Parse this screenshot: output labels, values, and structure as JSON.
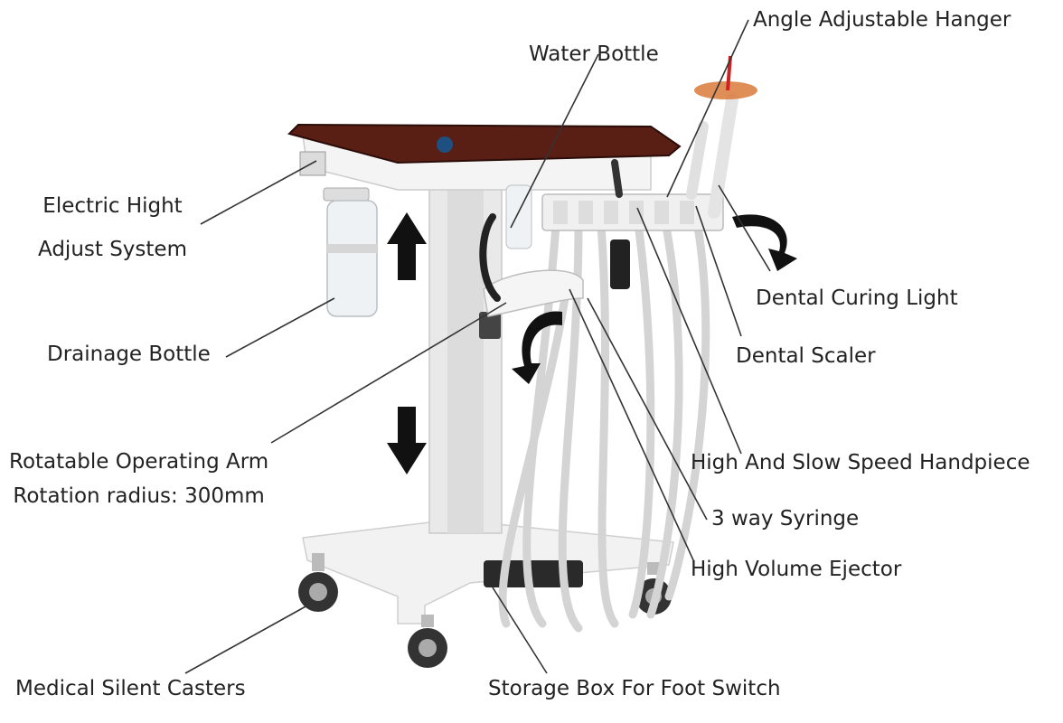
{
  "colors": {
    "text": "#222222",
    "leader": "#333333",
    "tray": "#5a1f14",
    "frame": "#eeeeee",
    "hose": "#d8d8d8",
    "arrow": "#111111"
  },
  "labels": {
    "angle_hanger": "Angle Adjustable Hanger",
    "water_bottle": "Water Bottle",
    "electric_height_1": "Electric Hight",
    "electric_height_2": "Adjust System",
    "curing_light": "Dental Curing Light",
    "scaler": "Dental Scaler",
    "drainage_bottle": "Drainage Bottle",
    "operating_arm_1": "Rotatable Operating Arm",
    "operating_arm_2": "Rotation radius: 300mm",
    "handpiece": "High And Slow Speed Handpiece",
    "syringe": "3 way Syringe",
    "ejector": "High Volume Ejector",
    "casters": "Medical Silent Casters",
    "storage_box": "Storage Box For Foot Switch"
  },
  "icons": {
    "up_arrow": "arrow-up-icon",
    "down_arrow": "arrow-down-icon",
    "rotate_arrow_right": "rotate-arrow-icon",
    "rotate_arrow_left": "rotate-arrow-icon"
  }
}
